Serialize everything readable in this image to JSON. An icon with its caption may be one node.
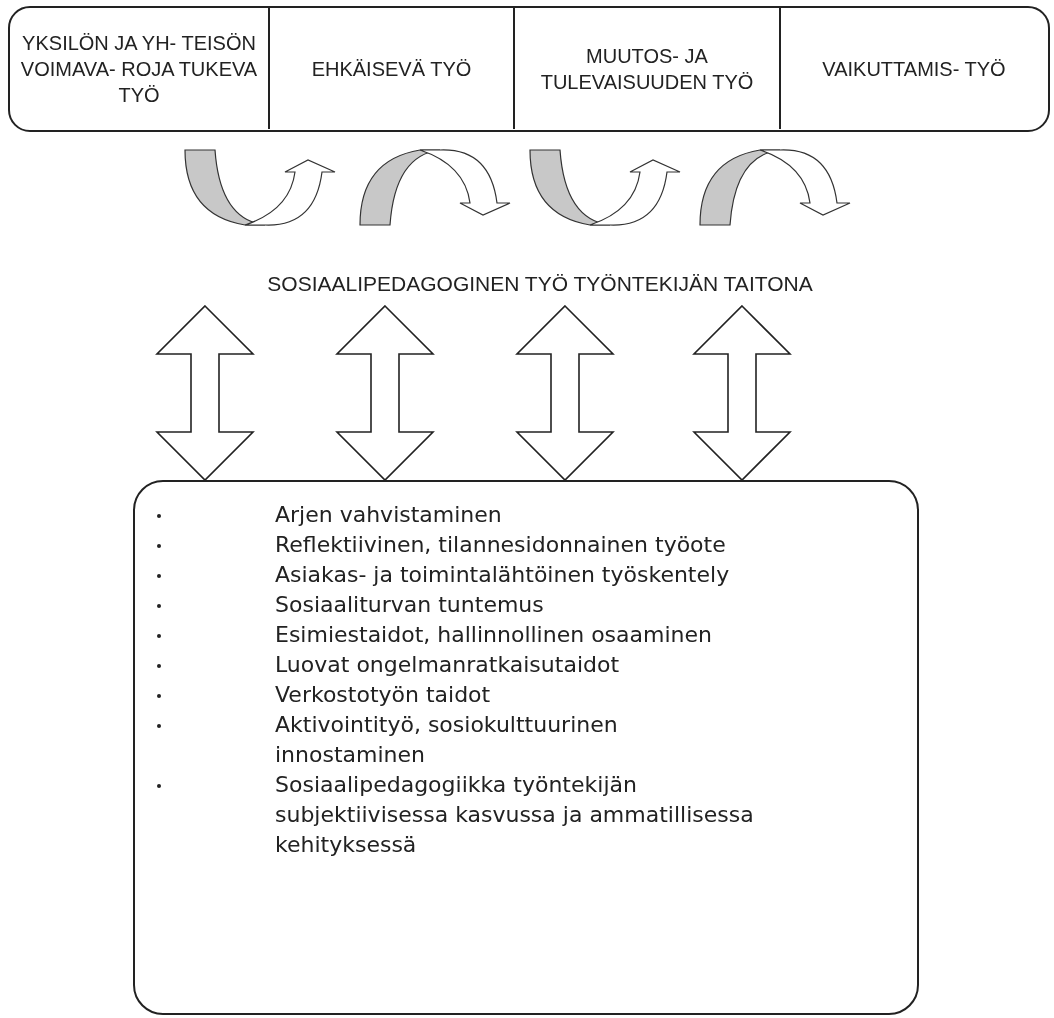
{
  "diagram": {
    "nodes": [
      {
        "text": [],
        "shape": "box"
      },
      {
        "text": [
          "YKSILÖN JA YH- TEISÖN VOIMAVA- ROJA TUKEVA TYÖ"
        ],
        "in": 0
      },
      {
        "text": [
          "EHKÄISEVÄ TYÖ"
        ],
        "in": 0
      },
      {
        "text": [
          "MUUTOS- JA TULEVAISUUDEN TYÖ"
        ],
        "in": 0
      },
      {
        "text": [
          "VAIKUTTAMIS- TYÖ"
        ],
        "in": 0
      },
      {
        "text": [
          "SOSIAALIPEDAGOGINEN TYÖ TYÖNTEKIJÄN TAITONA"
        ]
      },
      {
        "text": [
          "Arjen vahvistaminen",
          "Reflektiivinen, tilannesidonnainen työote",
          "Asiakas- ja toimintalähtöinen työskentely",
          "Sosiaaliturvan tuntemus",
          "Esimiestaidot, hallinnollinen osaaminen",
          "Luovat ongelmanratkaisutaidot",
          "Verkostotyön taidot",
          "Aktivointityö, sosiokulttuurinen innostaminen",
          "Sosiaalipedagogiikka työntekijän subjektiivisessa kasvussa ja ammatillisessa kehityksessä"
        ]
      }
    ],
    "edges": [
      {
        "from": 5,
        "to": 6,
        "arrow": "both"
      },
      {
        "from": 5,
        "to": 6,
        "arrow": "both"
      },
      {
        "from": 5,
        "to": 6,
        "arrow": "both"
      },
      {
        "from": 5,
        "to": 6,
        "arrow": "both"
      }
    ]
  }
}
